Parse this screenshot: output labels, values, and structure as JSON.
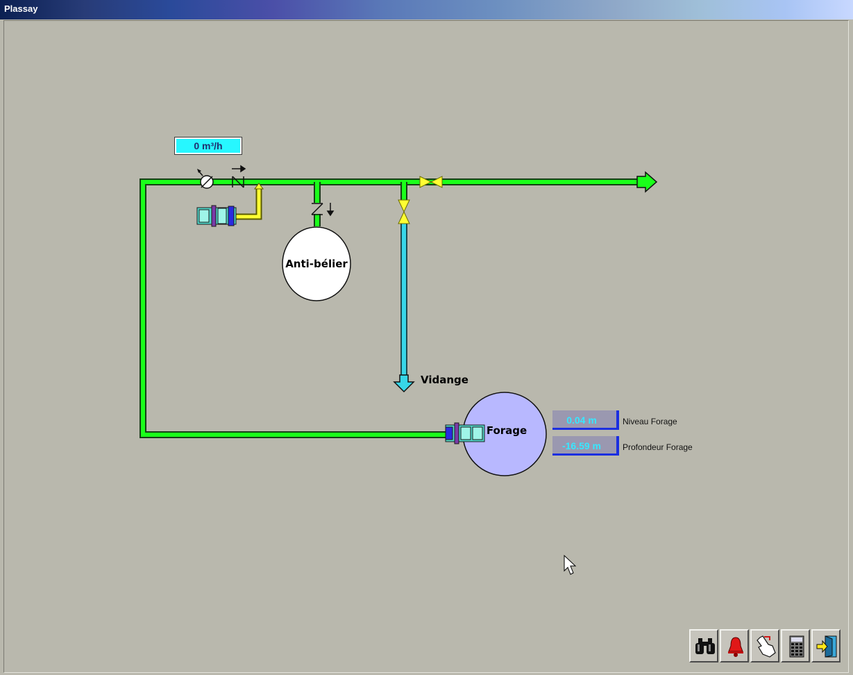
{
  "window": {
    "title": "Plassay"
  },
  "flow": {
    "value": "0 m³/h"
  },
  "tanks": {
    "antibelier_label": "Anti-bélier",
    "forage_label": "Forage"
  },
  "drain": {
    "label": "Vidange"
  },
  "measures": [
    {
      "value": "0.04 m",
      "label": "Niveau Forage"
    },
    {
      "value": "-16.59 m",
      "label": "Profondeur Forage"
    }
  ],
  "toolbar": {
    "buttons": [
      {
        "icon": "binoculars-icon"
      },
      {
        "icon": "alarm-bell-icon"
      },
      {
        "icon": "hand-pointer-icon"
      },
      {
        "icon": "calculator-icon"
      },
      {
        "icon": "exit-door-icon"
      }
    ]
  },
  "colors": {
    "background": "#b9b8ad",
    "pipe_main": "#1aff1a",
    "pipe_drain": "#37d6e8",
    "pipe_pump": "#ffff33",
    "forage_tank": "#b8b8ff",
    "value_cyan": "#27f7ff",
    "indicator_blue": "#1b2ee0"
  }
}
